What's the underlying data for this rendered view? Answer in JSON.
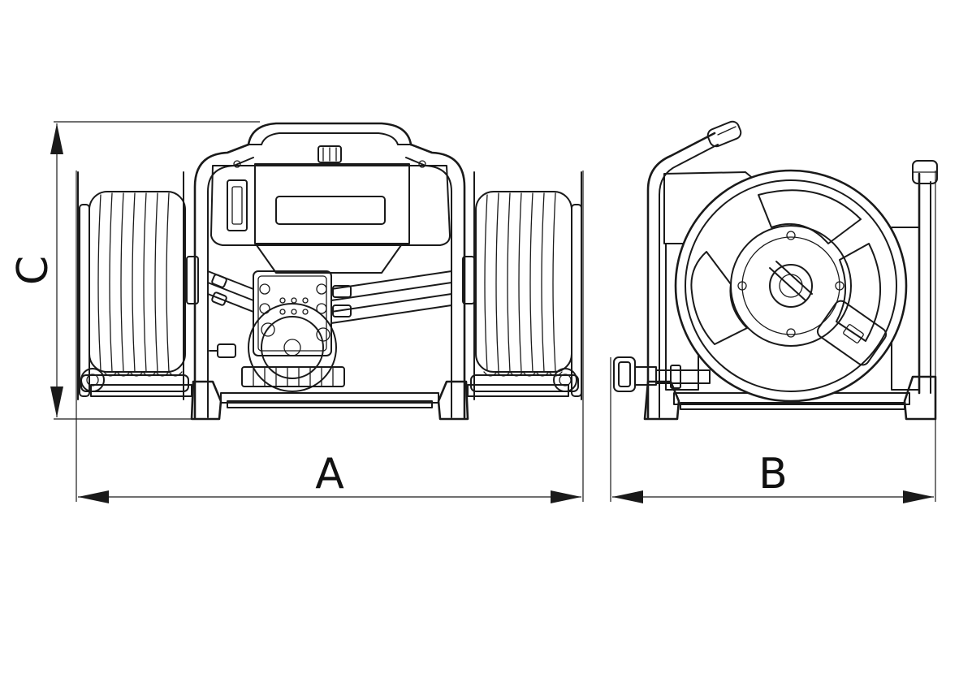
{
  "diagram": {
    "dimensions": {
      "width_front": "A",
      "width_side": "B",
      "height": "C"
    },
    "colors": {
      "line": "#1a1a1a",
      "background": "#ffffff"
    }
  }
}
